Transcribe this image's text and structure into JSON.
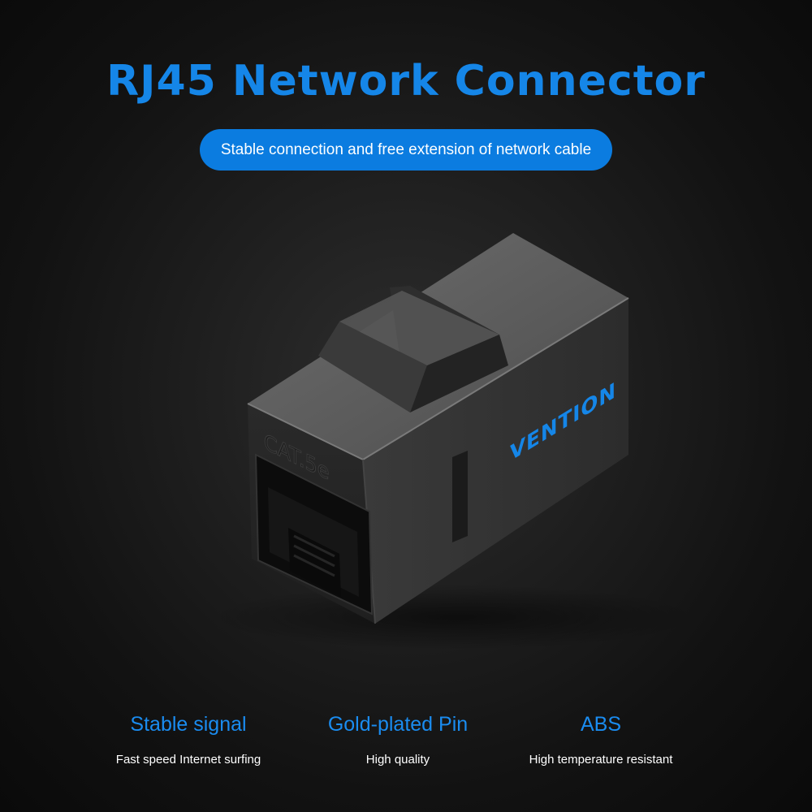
{
  "header": {
    "title": "RJ45 Network Connector",
    "tagline": "Stable connection and free extension of network cable"
  },
  "product": {
    "brand_logo": "VENTION",
    "category_mark": "CAT.5e"
  },
  "features": [
    {
      "title": "Stable signal",
      "description": "Fast speed Internet surfing"
    },
    {
      "title": "Gold-plated Pin",
      "description": "High quality"
    },
    {
      "title": "ABS",
      "description": "High temperature resistant"
    }
  ],
  "colors": {
    "accent": "#1586e8",
    "pill": "#0b7ce0",
    "background": "#1a1a1a"
  }
}
